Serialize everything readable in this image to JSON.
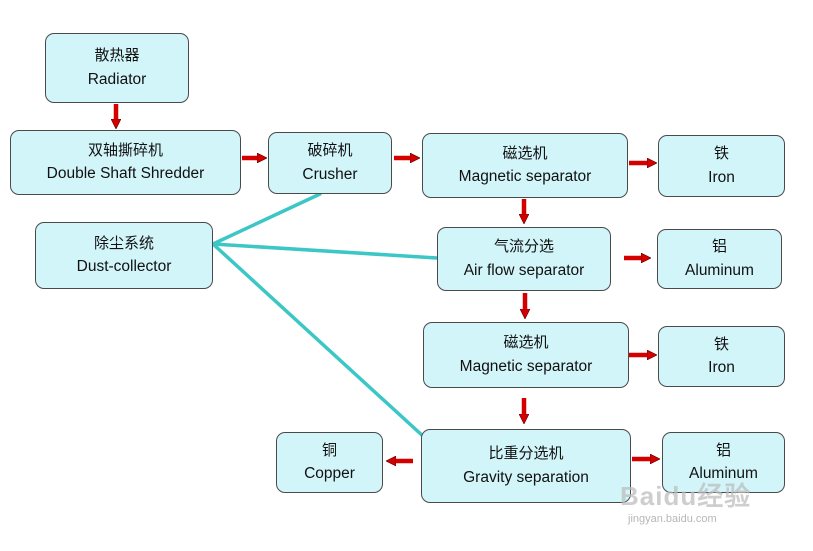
{
  "nodes": {
    "radiator": {
      "zh": "散热器",
      "en": "Radiator"
    },
    "shredder": {
      "zh": "双轴撕碎机",
      "en": "Double Shaft Shredder"
    },
    "crusher": {
      "zh": "破碎机",
      "en": "Crusher"
    },
    "magnetic1": {
      "zh": "磁选机",
      "en": "Magnetic separator"
    },
    "iron1": {
      "zh": "铁",
      "en": "Iron"
    },
    "dust": {
      "zh": "除尘系统",
      "en": "Dust-collector"
    },
    "airflow": {
      "zh": "气流分选",
      "en": "Air flow separator"
    },
    "aluminum1": {
      "zh": "铝",
      "en": "Aluminum"
    },
    "magnetic2": {
      "zh": "磁选机",
      "en": "Magnetic separator"
    },
    "iron2": {
      "zh": "铁",
      "en": "Iron"
    },
    "copper": {
      "zh": "铜",
      "en": "Copper"
    },
    "gravity": {
      "zh": "比重分选机",
      "en": "Gravity separation"
    },
    "aluminum2": {
      "zh": "铝",
      "en": "Aluminum"
    }
  },
  "colors": {
    "box_fill": "#d2f5fa",
    "arrow": "#d40000",
    "duct_line": "#3cc6c6"
  },
  "watermark": {
    "logo": "Baidu经验",
    "url": "jingyan.baidu.com"
  }
}
